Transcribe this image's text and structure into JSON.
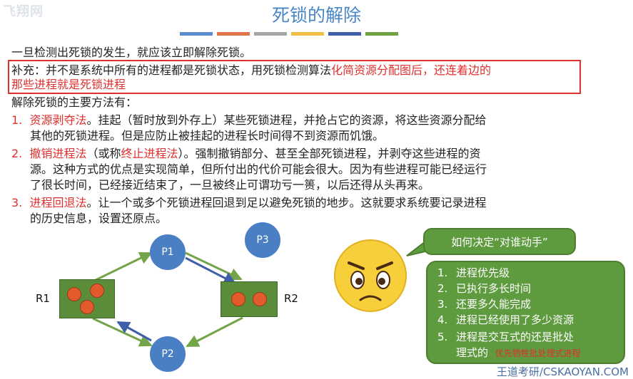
{
  "header": {
    "logo_text": "飞翔网",
    "title": "死锁的解除"
  },
  "colors": {
    "bars": [
      "#5b8ed1",
      "#e0734a",
      "#a5a5a5",
      "#f0be45",
      "#3f5fa8",
      "#6ea142"
    ],
    "accent": "#e0302d"
  },
  "intro": {
    "line1": "一旦检测出死锁的发生，就应该立即解除死锁。"
  },
  "note": {
    "prefix": "补充：并不是系统中所有的进程都是死锁状态，用死锁检测算法",
    "highlight1": "化简资源分配图后，还连着边的",
    "highlight2": "那些进程就是死锁进程"
  },
  "methods_heading": "解除死锁的主要方法有：",
  "methods": [
    {
      "num": "1.",
      "name": "资源剥夺法",
      "line1_rest": "。挂起（暂时放到外存上）某些死锁进程，并抢占它的资源，将这些资源分配给",
      "line2": "其他的死锁进程。但是应防止被挂起的进程长时间得不到资源而饥饿。"
    },
    {
      "num": "2.",
      "name": "撤销进程法",
      "mid": "（或称",
      "alt": "终止进程法",
      "line1_rest": "）。强制撤销部分、甚至全部死锁进程，并剥夺这些进程的资",
      "line2": "源。这种方式的优点是实现简单，但所付出的代价可能会很大。因为有些进程可能已经运行",
      "line3": "了很长时间，已经接近结束了，一旦被终止可谓功亏一篑，以后还得从头再来。"
    },
    {
      "num": "3.",
      "name": "进程回退法",
      "line1_rest": "。让一个或多个死锁进程回退到足以避免死锁的地步。这就要求系统要记录进程",
      "line2": "的历史信息，设置还原点。"
    }
  ],
  "diagram": {
    "p1": "P1",
    "p2": "P2",
    "p3": "P3",
    "r1": "R1",
    "r2": "R2"
  },
  "bubble": "如何决定“对谁动手”",
  "criteria": [
    {
      "n": "1.",
      "text": "进程优先级"
    },
    {
      "n": "2.",
      "text": "已执行多长时间"
    },
    {
      "n": "3.",
      "text": "还要多久能完成"
    },
    {
      "n": "4.",
      "text": "进程已经使用了多少资源"
    },
    {
      "n": "5.",
      "text": "进程是交互式的还是批处"
    }
  ],
  "criteria_cont": "理式的",
  "criteria_note": "优先牺牲批处理式进程",
  "footer": "王道考研/CSKAOYAN.COM"
}
